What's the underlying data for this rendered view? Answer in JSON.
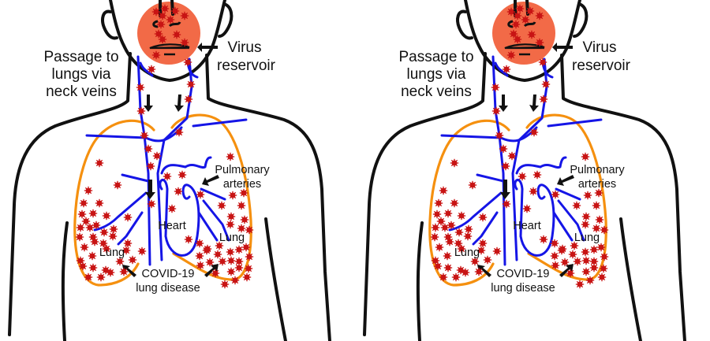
{
  "figure": {
    "panel_count": 2,
    "colors": {
      "outline": "#111111",
      "lung_outline": "#f5900f",
      "veins": "#1515e6",
      "virus_particles": "#c81414",
      "face_reservoir": "#f26a47"
    },
    "labels": {
      "passage_line1": "Passage to",
      "passage_line2": "lungs via",
      "passage_line3": "neck veins",
      "virus_line1": "Virus",
      "virus_line2": "reservoir",
      "pulmonary_line1": "Pulmonary",
      "pulmonary_line2": "arteries",
      "heart": "Heart",
      "lung_left": "Lung",
      "lung_right": "Lung",
      "covid_line1": "COVID-19",
      "covid_line2": "lung disease"
    }
  }
}
